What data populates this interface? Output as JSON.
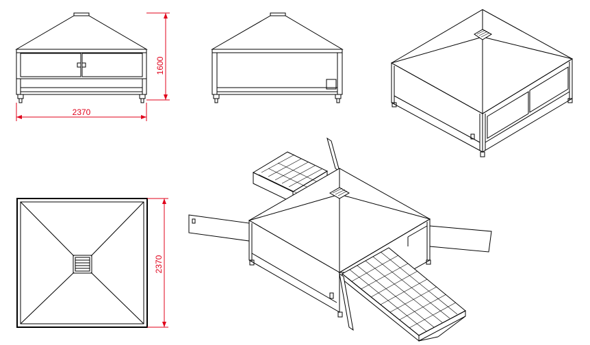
{
  "drawing": {
    "dimensions": {
      "front_width": "2370",
      "front_height": "1600",
      "top_depth": "2370"
    },
    "colors": {
      "line": "#000000",
      "dimension": "#e0001a",
      "background": "#ffffff"
    }
  }
}
